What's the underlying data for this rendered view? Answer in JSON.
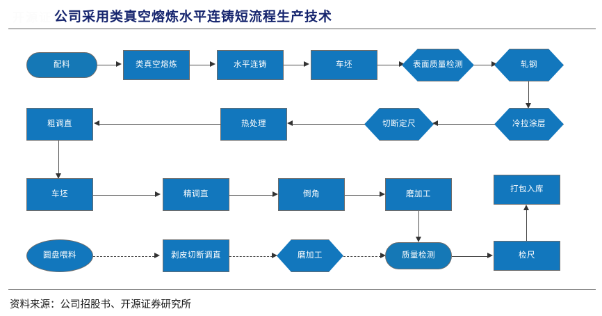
{
  "header": {
    "watermark": "开源证券",
    "title": "公司采用类真空熔炼水平连铸短流程生产技术"
  },
  "footer": {
    "source": "资料来源：公司招股书、开源证券研究所"
  },
  "colors": {
    "node_fill": "#1277bd",
    "node_fill_alt": "#1578b6",
    "node_border": "#6b6b6b",
    "node_text": "#ffffff",
    "connector": "#4a4a4a",
    "title_text": "#16256e",
    "rule": "#5c5c5c"
  },
  "chart_data": {
    "type": "flowchart",
    "title": "公司采用类真空熔炼水平连铸短流程生产技术",
    "rows": [
      {
        "row": 1,
        "direction": "left-to-right",
        "line_style": "solid",
        "nodes": [
          {
            "id": "n1",
            "label": "配料",
            "shape": "stadium"
          },
          {
            "id": "n2",
            "label": "类真空熔炼",
            "shape": "rect"
          },
          {
            "id": "n3",
            "label": "水平连铸",
            "shape": "rect"
          },
          {
            "id": "n4",
            "label": "车坯",
            "shape": "rect"
          },
          {
            "id": "n5",
            "label": "表面质量检测",
            "shape": "hexagon"
          },
          {
            "id": "n6",
            "label": "轧钢",
            "shape": "hexagon"
          }
        ]
      },
      {
        "row": 2,
        "direction": "right-to-left",
        "line_style": "solid",
        "nodes": [
          {
            "id": "n7",
            "label": "粗调直",
            "shape": "rect"
          },
          {
            "id": "n8",
            "label": "热处理",
            "shape": "rect"
          },
          {
            "id": "n9",
            "label": "切断定尺",
            "shape": "hexagon"
          },
          {
            "id": "n10",
            "label": "冷拉涂层",
            "shape": "hexagon"
          }
        ]
      },
      {
        "row": 3,
        "direction": "left-to-right",
        "line_style": "solid",
        "nodes": [
          {
            "id": "n11",
            "label": "车坯",
            "shape": "rect"
          },
          {
            "id": "n12",
            "label": "精调直",
            "shape": "rect"
          },
          {
            "id": "n13",
            "label": "倒角",
            "shape": "rect"
          },
          {
            "id": "n14",
            "label": "磨加工",
            "shape": "rect"
          },
          {
            "id": "n15",
            "label": "打包入库",
            "shape": "rect"
          }
        ]
      },
      {
        "row": 4,
        "direction": "left-to-right",
        "line_style": "dashed",
        "nodes": [
          {
            "id": "n16",
            "label": "圆盘喂料",
            "shape": "ellipse"
          },
          {
            "id": "n17",
            "label": "剥皮切断调直",
            "shape": "rect"
          },
          {
            "id": "n18",
            "label": "磨加工",
            "shape": "hexagon"
          },
          {
            "id": "n19",
            "label": "质量检测",
            "shape": "stadium"
          },
          {
            "id": "n20",
            "label": "检尺",
            "shape": "rect"
          }
        ]
      }
    ],
    "edges": [
      {
        "from": "n1",
        "to": "n2",
        "style": "solid",
        "dir": "right"
      },
      {
        "from": "n2",
        "to": "n3",
        "style": "solid",
        "dir": "right"
      },
      {
        "from": "n3",
        "to": "n4",
        "style": "solid",
        "dir": "right"
      },
      {
        "from": "n4",
        "to": "n5",
        "style": "solid",
        "dir": "right"
      },
      {
        "from": "n5",
        "to": "n6",
        "style": "solid",
        "dir": "right"
      },
      {
        "from": "n6",
        "to": "n10",
        "style": "solid",
        "dir": "down"
      },
      {
        "from": "n10",
        "to": "n9",
        "style": "solid",
        "dir": "left"
      },
      {
        "from": "n9",
        "to": "n8",
        "style": "solid",
        "dir": "left"
      },
      {
        "from": "n8",
        "to": "n7",
        "style": "solid",
        "dir": "left"
      },
      {
        "from": "n7",
        "to": "n11",
        "style": "solid",
        "dir": "down"
      },
      {
        "from": "n11",
        "to": "n12",
        "style": "solid",
        "dir": "right"
      },
      {
        "from": "n12",
        "to": "n13",
        "style": "solid",
        "dir": "right"
      },
      {
        "from": "n13",
        "to": "n14",
        "style": "solid",
        "dir": "right"
      },
      {
        "from": "n14",
        "to": "n19",
        "style": "solid",
        "dir": "down"
      },
      {
        "from": "n16",
        "to": "n17",
        "style": "dashed",
        "dir": "right"
      },
      {
        "from": "n17",
        "to": "n18",
        "style": "dashed",
        "dir": "right"
      },
      {
        "from": "n18",
        "to": "n19",
        "style": "dashed",
        "dir": "right"
      },
      {
        "from": "n19",
        "to": "n20",
        "style": "solid",
        "dir": "right"
      },
      {
        "from": "n20",
        "to": "n15",
        "style": "solid",
        "dir": "up"
      }
    ]
  }
}
